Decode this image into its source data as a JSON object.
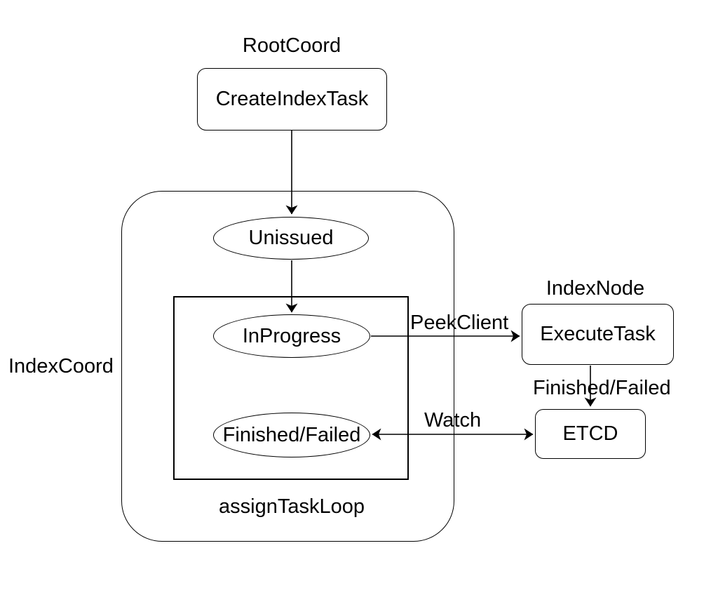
{
  "diagram": {
    "title_labels": {
      "root_coord": "RootCoord",
      "index_node": "IndexNode",
      "index_coord": "IndexCoord",
      "assign_task_loop": "assignTaskLoop"
    },
    "nodes": {
      "create_index_task": "CreateIndexTask",
      "unissued": "Unissued",
      "in_progress": "InProgress",
      "finished_failed": "Finished/Failed",
      "execute_task": "ExecuteTask",
      "etcd": "ETCD"
    },
    "edge_labels": {
      "peek_client": "PeekClient",
      "finished_failed": "Finished/Failed",
      "watch": "Watch"
    },
    "colors": {
      "stroke": "#000000",
      "text": "#000000",
      "background": "#ffffff"
    }
  }
}
